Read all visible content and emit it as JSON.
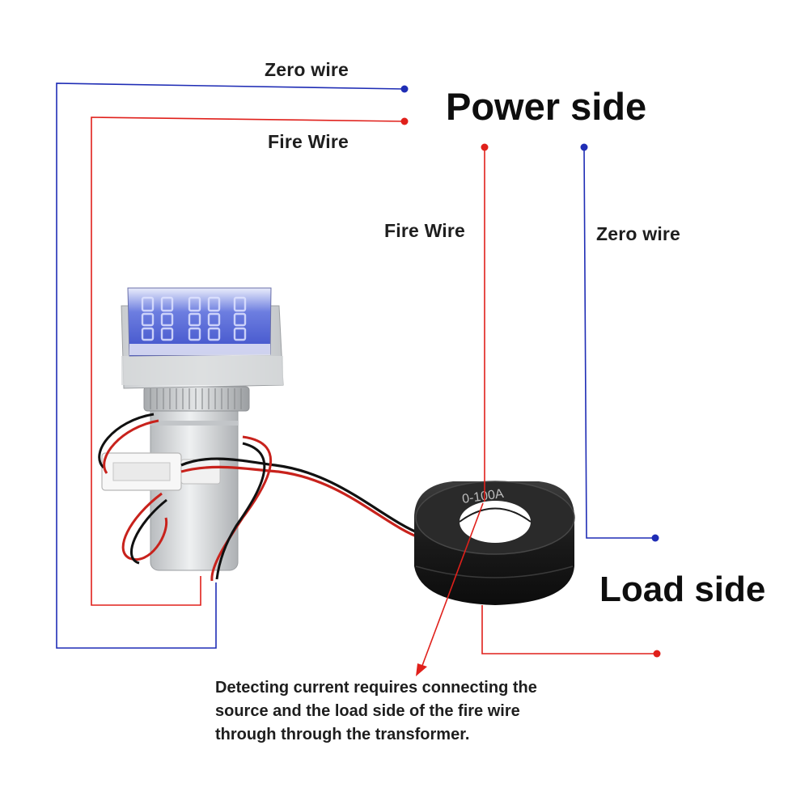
{
  "labels": {
    "zero_wire_left": "Zero wire",
    "fire_wire_left": "Fire Wire",
    "power_side": "Power side",
    "fire_wire_mid": "Fire Wire",
    "zero_wire_right": "Zero wire",
    "load_side": "Load side",
    "ct_rating": "0-100A"
  },
  "note": {
    "lines": [
      "Detecting current requires connecting the",
      "source and the load side of the fire wire",
      "through through the transformer."
    ]
  },
  "colors": {
    "zero_wire": "#1f2db5",
    "fire_wire": "#e0201b",
    "label_text": "#1e1e1e"
  }
}
